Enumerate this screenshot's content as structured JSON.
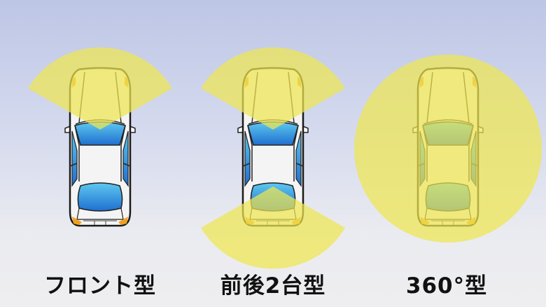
{
  "labels": {
    "front": "フロント型",
    "front_rear": "前後2台型",
    "surround": "360°型"
  },
  "colors": {
    "coverage": "#eee650",
    "window": "#2f8ee0",
    "light": "#f0a020"
  }
}
